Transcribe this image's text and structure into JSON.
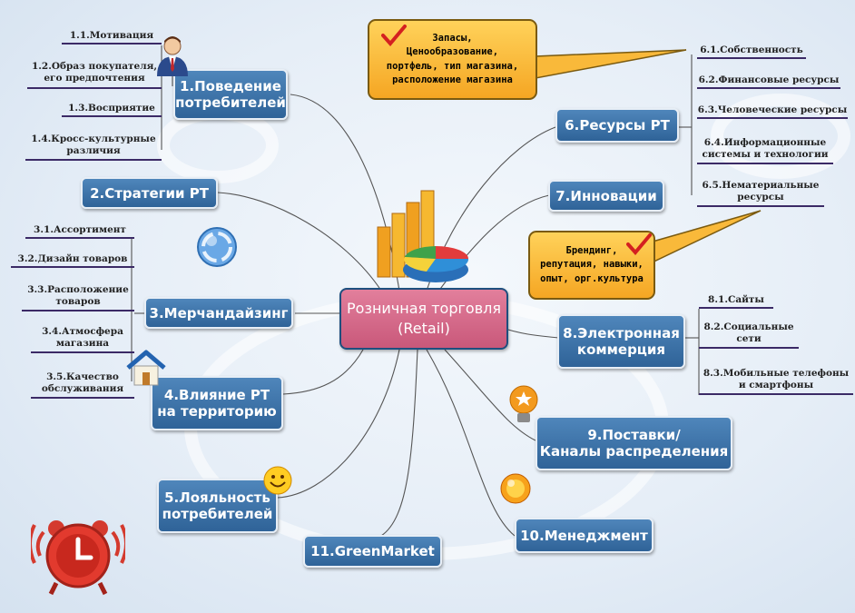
{
  "center": {
    "text": "Розничная торговля\n(Retail)"
  },
  "branches": [
    {
      "id": "n1",
      "text": "1.Поведение\nпотребителей"
    },
    {
      "id": "n2",
      "text": "2.Стратегии РТ"
    },
    {
      "id": "n3",
      "text": "3.Мерчандайзинг"
    },
    {
      "id": "n4",
      "text": "4.Влияние РТ\nна территорию"
    },
    {
      "id": "n5",
      "text": "5.Лояльность\nпотребителей"
    },
    {
      "id": "n6",
      "text": "6.Ресурсы РТ"
    },
    {
      "id": "n7",
      "text": "7.Инновации"
    },
    {
      "id": "n8",
      "text": "8.Электронная\nкоммерция"
    },
    {
      "id": "n9",
      "text": "9.Поставки/\nКаналы распределения"
    },
    {
      "id": "n10",
      "text": "10.Менеджмент"
    },
    {
      "id": "n11",
      "text": "11.GreenMarket"
    }
  ],
  "subs": {
    "s11": "1.1.Мотивация",
    "s12": "1.2.Образ покупателя,\nего предпочтения",
    "s13": "1.3.Восприятие",
    "s14": "1.4.Кросс-культурные\nразличия",
    "s31": "3.1.Ассортимент",
    "s32": "3.2.Дизайн товаров",
    "s33": "3.3.Расположение\nтоваров",
    "s34": "3.4.Атмосфера\nмагазина",
    "s35": "3.5.Качество\nобслуживания",
    "s61": "6.1.Собственность",
    "s62": "6.2.Финансовые ресурсы",
    "s63": "6.3.Человеческие ресурсы",
    "s64": "6.4.Информационные\nсистемы и технологии",
    "s65": "6.5.Нематериальные\nресурсы",
    "s81": "8.1.Сайты",
    "s82": "8.2.Социальные\nсети",
    "s83": "8.3.Мобильные телефоны\nи смартфоны"
  },
  "callouts": {
    "c1": "Запасы,\nЦенообразование,\nпортфель, тип магазина,\nрасположение магазина",
    "c2": "Брендинг,\nрепутация, навыки,\nопыт, орг.культура"
  },
  "colors": {
    "branch": "#3a6fa3",
    "center": "#d9698b",
    "callout": "#f9b93a",
    "underline": "#3b2a66"
  },
  "icons": [
    "person-icon",
    "chart-icon",
    "recycle-icon",
    "house-icon",
    "smiley-icon",
    "alarm-clock-icon",
    "lightbulb-icon",
    "star-icon",
    "checkmark-icon"
  ]
}
